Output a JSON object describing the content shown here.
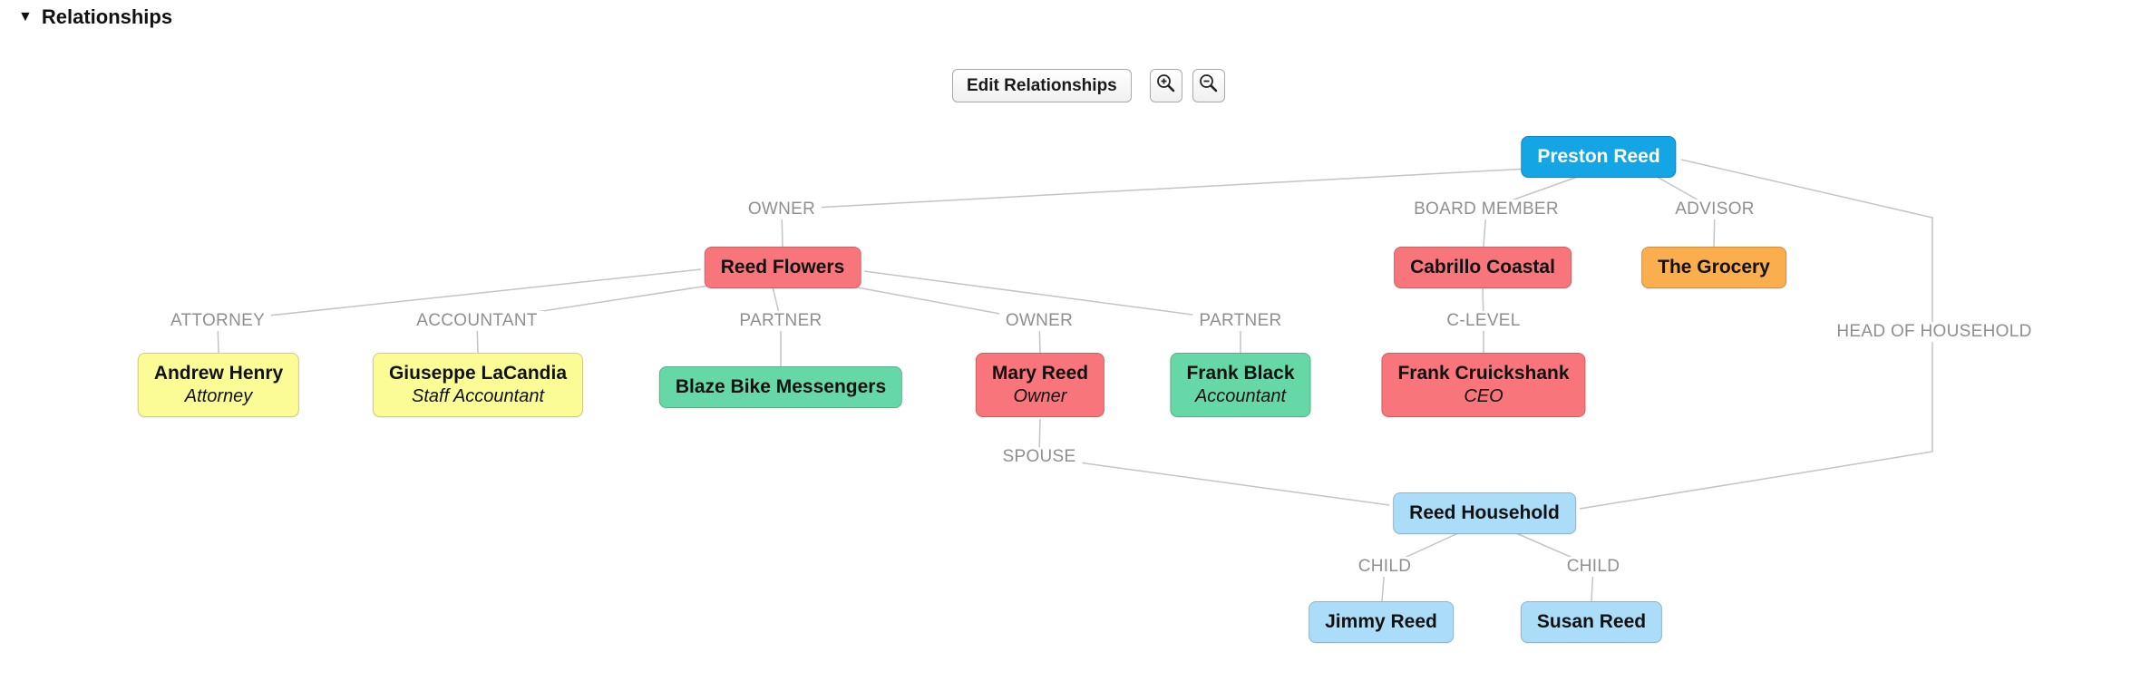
{
  "header": {
    "collapse_icon": "▼",
    "title": "Relationships"
  },
  "toolbar": {
    "edit_button_label": "Edit Relationships",
    "zoom_in_icon": "magnifier-plus",
    "zoom_out_icon": "magnifier-minus"
  },
  "colors": {
    "primary_blue": "#14A5E4",
    "salmon": "#F8767B",
    "orange": "#FAAE4D",
    "yellow": "#FCFC96",
    "green": "#66D8A8",
    "light_blue": "#ABDDF8",
    "edge_line": "#C4C4C4",
    "edge_label_text": "#8F8F8F"
  },
  "nodes": [
    {
      "id": "preston-reed",
      "label": "Preston Reed",
      "color": "#14A5E4"
    },
    {
      "id": "reed-flowers",
      "label": "Reed Flowers",
      "color": "#F8767B"
    },
    {
      "id": "cabrillo-coastal",
      "label": "Cabrillo Coastal",
      "color": "#F8767B"
    },
    {
      "id": "the-grocery",
      "label": "The Grocery",
      "color": "#FAAE4D"
    },
    {
      "id": "andrew-henry",
      "label": "Andrew Henry",
      "subtitle": "Attorney",
      "color": "#FCFC96"
    },
    {
      "id": "giuseppe-lacandia",
      "label": "Giuseppe LaCandia",
      "subtitle": "Staff Accountant",
      "color": "#FCFC96"
    },
    {
      "id": "blaze-bike-messengers",
      "label": "Blaze Bike Messengers",
      "color": "#66D8A8"
    },
    {
      "id": "mary-reed",
      "label": "Mary Reed",
      "subtitle": "Owner",
      "color": "#F8767B"
    },
    {
      "id": "frank-black",
      "label": "Frank Black",
      "subtitle": "Accountant",
      "color": "#66D8A8"
    },
    {
      "id": "frank-cruickshank",
      "label": "Frank Cruickshank",
      "subtitle": "CEO",
      "color": "#F8767B"
    },
    {
      "id": "reed-household",
      "label": "Reed Household",
      "color": "#ABDDF8"
    },
    {
      "id": "jimmy-reed",
      "label": "Jimmy Reed",
      "color": "#ABDDF8"
    },
    {
      "id": "susan-reed",
      "label": "Susan Reed",
      "color": "#ABDDF8"
    }
  ],
  "edges": [
    {
      "label": "OWNER",
      "from": "preston-reed",
      "to": "reed-flowers"
    },
    {
      "label": "BOARD MEMBER",
      "from": "preston-reed",
      "to": "cabrillo-coastal"
    },
    {
      "label": "ADVISOR",
      "from": "preston-reed",
      "to": "the-grocery"
    },
    {
      "label": "HEAD OF HOUSEHOLD",
      "from": "preston-reed",
      "to": "reed-household"
    },
    {
      "label": "ATTORNEY",
      "from": "reed-flowers",
      "to": "andrew-henry"
    },
    {
      "label": "ACCOUNTANT",
      "from": "reed-flowers",
      "to": "giuseppe-lacandia"
    },
    {
      "label": "PARTNER",
      "from": "reed-flowers",
      "to": "blaze-bike-messengers"
    },
    {
      "label": "OWNER",
      "from": "reed-flowers",
      "to": "mary-reed"
    },
    {
      "label": "PARTNER",
      "from": "reed-flowers",
      "to": "frank-black"
    },
    {
      "label": "C-LEVEL",
      "from": "cabrillo-coastal",
      "to": "frank-cruickshank"
    },
    {
      "label": "SPOUSE",
      "from": "mary-reed",
      "to": "reed-household"
    },
    {
      "label": "CHILD",
      "from": "reed-household",
      "to": "jimmy-reed"
    },
    {
      "label": "CHILD",
      "from": "reed-household",
      "to": "susan-reed"
    }
  ]
}
